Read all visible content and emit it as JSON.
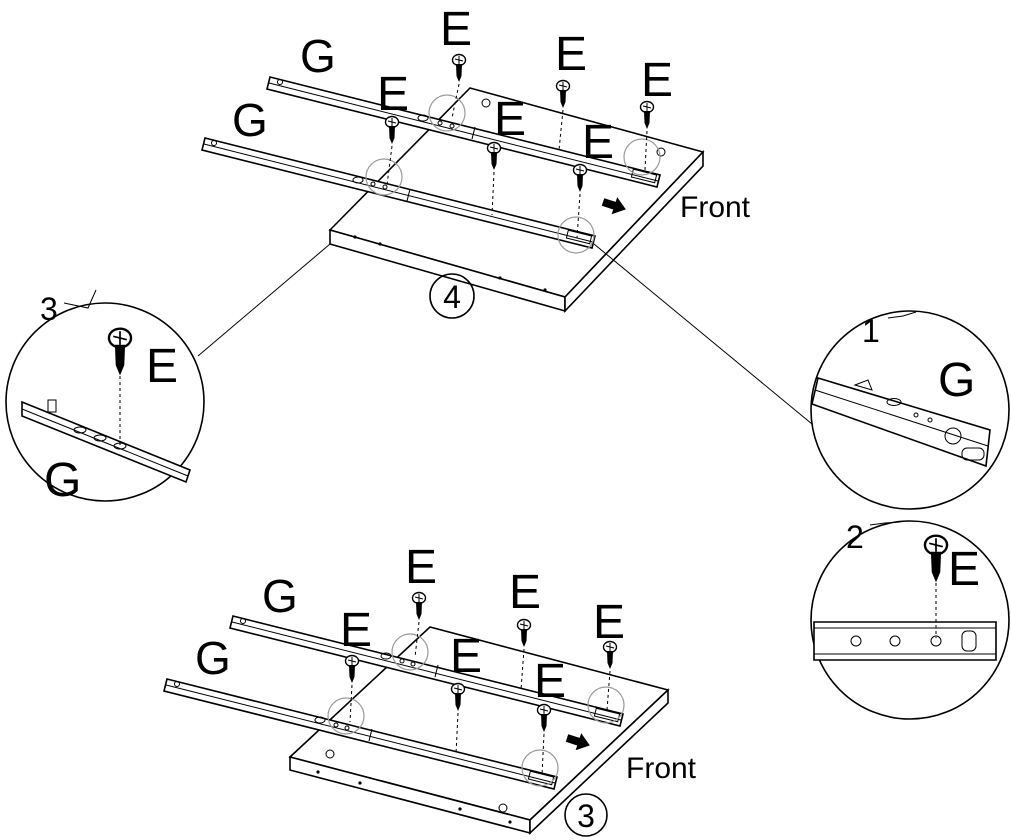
{
  "labels": {
    "screw": "E",
    "rail": "G",
    "front": "Front",
    "panel_top": "4",
    "panel_bottom": "3",
    "detail_1": "1",
    "detail_2": "2",
    "detail_3": "3"
  },
  "icons": [
    "screw-icon",
    "arrow-right-icon"
  ]
}
